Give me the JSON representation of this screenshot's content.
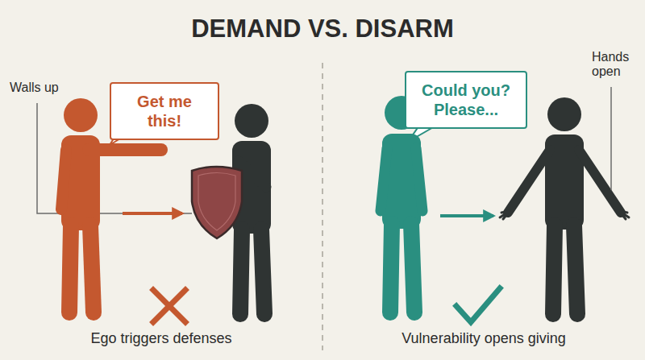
{
  "diagram": {
    "title": "DEMAND VS. DISARM",
    "nodes": [
      {
        "text": [
          "Get me this!"
        ]
      },
      {
        "text": [
          "Could you? Please..."
        ]
      }
    ],
    "labels": [
      "Walls up",
      "Ego triggers defenses",
      "Hands open",
      "Vulnerability opens giving"
    ]
  }
}
